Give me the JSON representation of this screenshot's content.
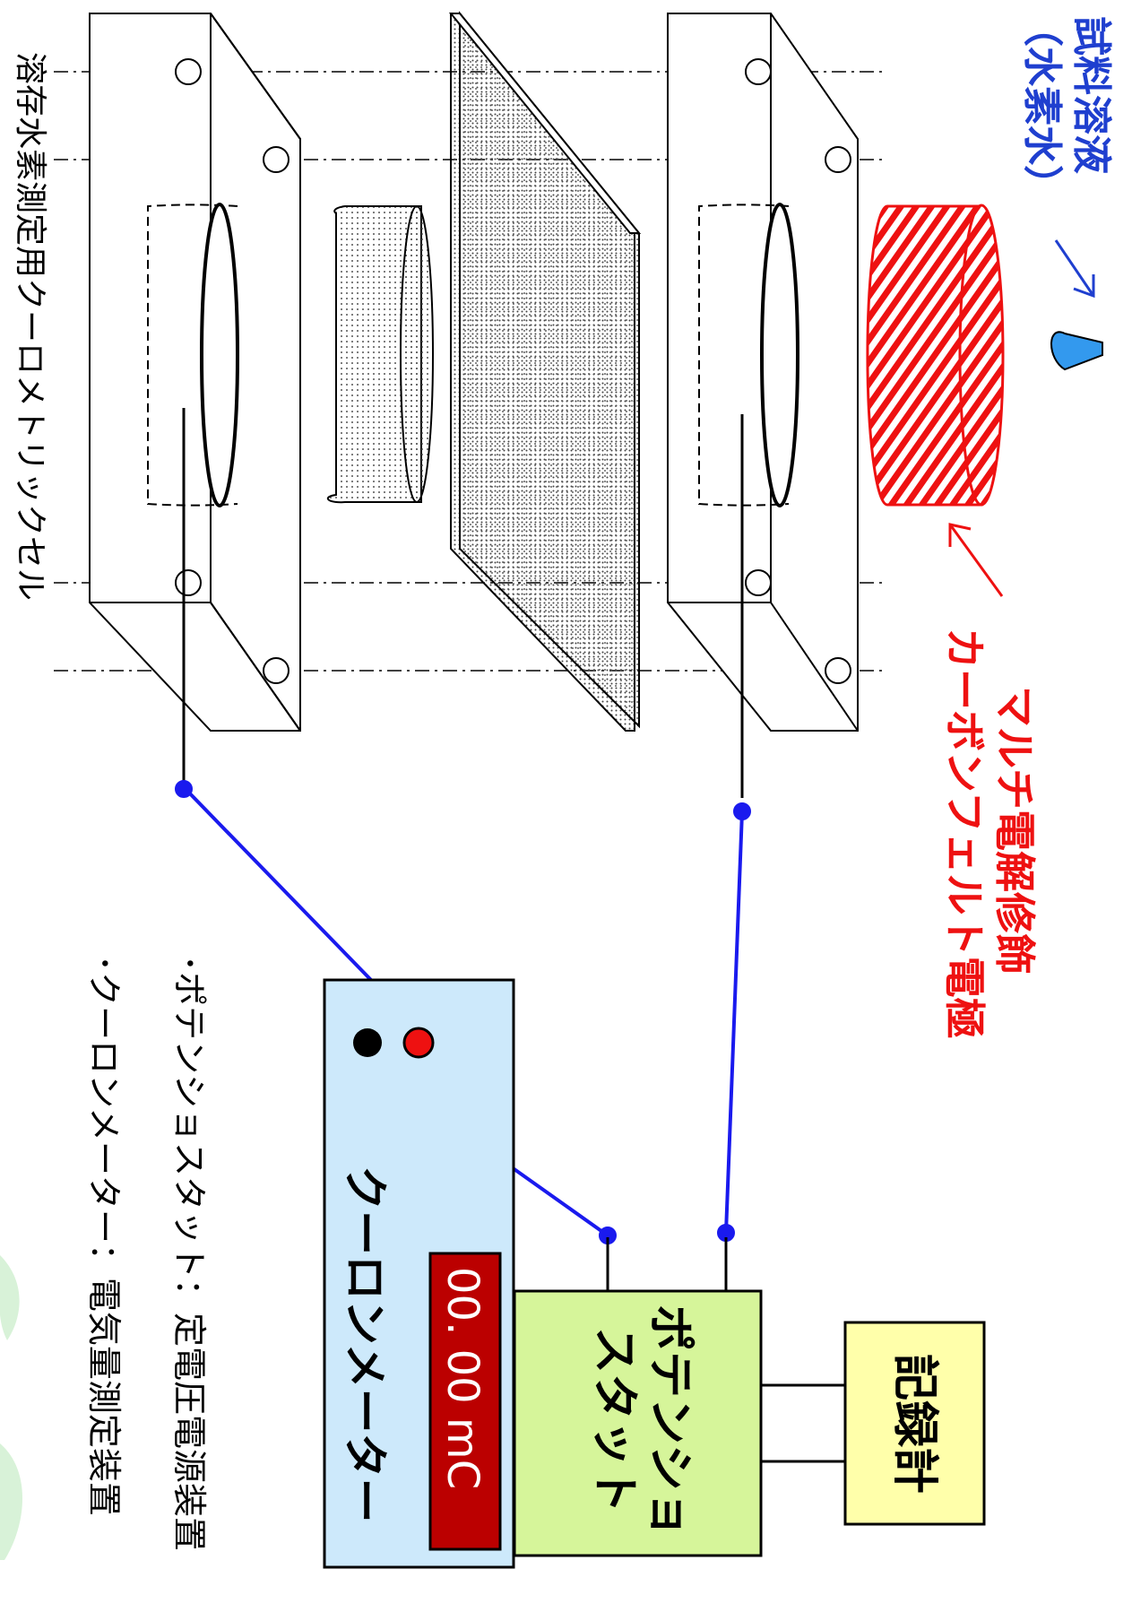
{
  "labels": {
    "sample_solution_line1": "試料溶液",
    "sample_solution_line2": "（水素水）",
    "electrode_line1": "マルチ電解修飾",
    "electrode_line2": "カーボンフェルト電極",
    "cell_caption": "溶存水素測定用クーロメトリックセル",
    "coulometer": "クーロンメーター",
    "potentiostat_line1": "ポテンショ",
    "potentiostat_line2": "スタット",
    "recorder": "記録計",
    "display_value": "00. 00 mC",
    "note_1": "･ポテンショスタット：定電圧電源装置",
    "note_2": "･クーロンメーター：電気量測定装置"
  },
  "colors": {
    "sample_label": "#1f3fcf",
    "electrode": "#ee1111",
    "wire": "#1a1aee",
    "coulometer_fill": "#cde9fb",
    "potentiostat_fill": "#d6f59a",
    "recorder_fill": "#ffffaa",
    "display_fill": "#bb0000",
    "drop_fill": "#3399ee"
  }
}
